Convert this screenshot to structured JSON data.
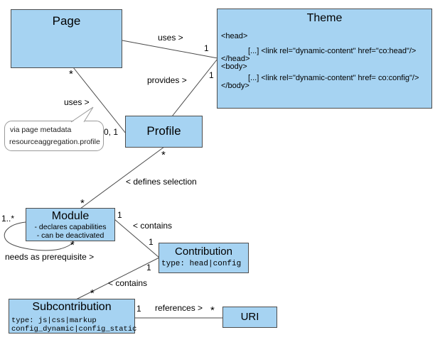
{
  "boxes": {
    "page": {
      "title": "Page"
    },
    "theme": {
      "title": "Theme",
      "lines": [
        "<head>",
        "[...] <link rel=\"dynamic-content\" href=\"co:head\"/>",
        "</head>",
        "<body>",
        "[...] <link rel=\"dynamic-content\" href= co:config\"/>",
        "</body>"
      ]
    },
    "profile": {
      "title": "Profile"
    },
    "module": {
      "title": "Module",
      "details": [
        "- declares capabilities",
        "- can be deactivated"
      ]
    },
    "contribution": {
      "title": "Contribution",
      "type_line": "type: head|config"
    },
    "subcontribution": {
      "title": "Subcontribution",
      "type_lines": [
        "type: js|css|markup",
        "config_dynamic|config_static"
      ]
    },
    "uri": {
      "title": "URI"
    }
  },
  "note": {
    "lines": [
      "via page metadata",
      "resourceaggregation.profile"
    ]
  },
  "labels": {
    "uses_page_theme": "uses >",
    "provides": "provides >",
    "uses_page_profile": "uses >",
    "defines_selection": "< defines selection",
    "contains_upper": "< contains",
    "contains_lower": "< contains",
    "needs_prerequisite": "needs as prerequisite >",
    "references": "references >"
  },
  "multiplicities": {
    "theme_uses_1": "1",
    "theme_provides_1": "1",
    "page_star": "*",
    "profile_01": "0, 1",
    "profile_star": "*",
    "module_top_star": "*",
    "module_right_1": "1",
    "contribution_upper_1": "1",
    "contribution_lower_1": "1",
    "sub_top_star": "*",
    "self_1_star": "1..*",
    "self_star": "*",
    "sub_right_1": "1",
    "uri_star": "*"
  },
  "colors": {
    "box_fill": "#a6d3f2",
    "box_border": "#4d4d4d",
    "line": "#4a4a4a",
    "note_border": "#9a9a9a"
  }
}
